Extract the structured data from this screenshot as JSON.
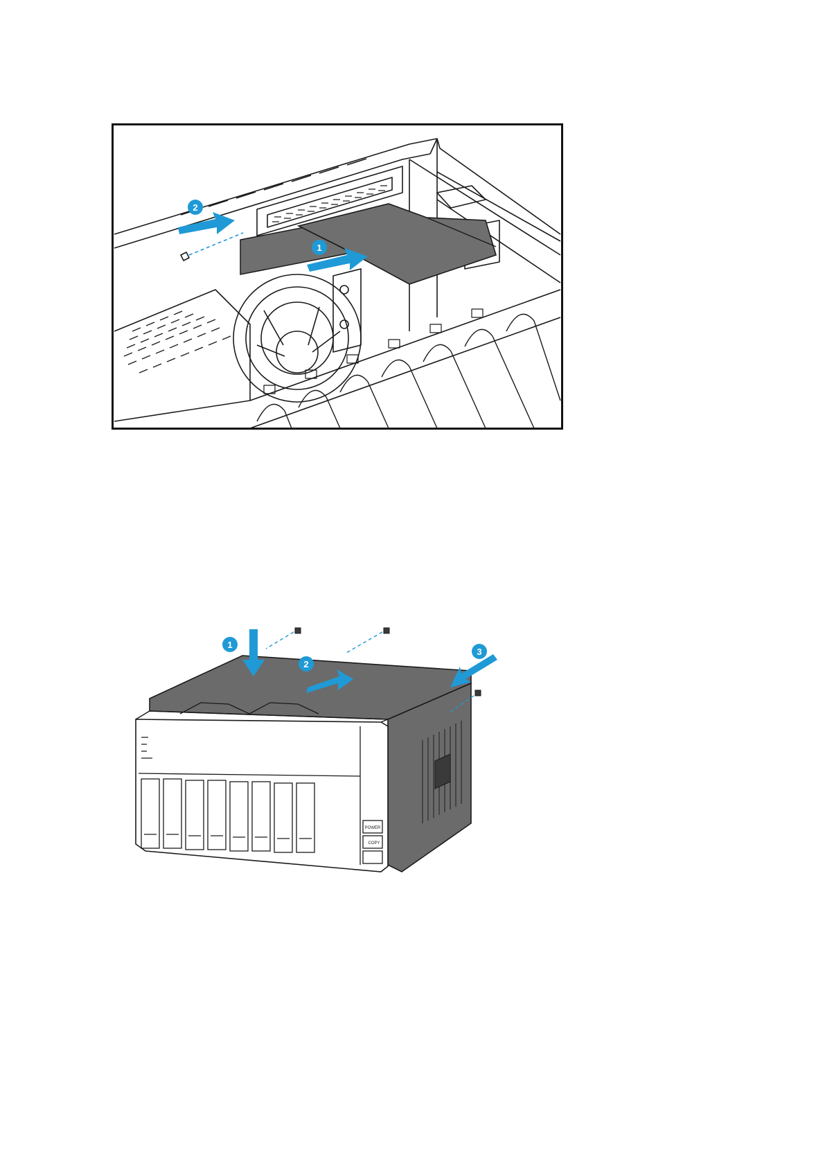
{
  "colors": {
    "accent": "#1f9ad6",
    "line": "#1a1a1a",
    "panel_gray": "#6f6f6f",
    "cover_gray": "#6b6b6b"
  },
  "figure1": {
    "callouts": [
      {
        "label": "1"
      },
      {
        "label": "2"
      }
    ]
  },
  "figure2": {
    "callouts": [
      {
        "label": "1"
      },
      {
        "label": "2"
      },
      {
        "label": "3"
      }
    ],
    "front_panel": {
      "power_label": "POWER",
      "copy_label": "COPY"
    }
  }
}
